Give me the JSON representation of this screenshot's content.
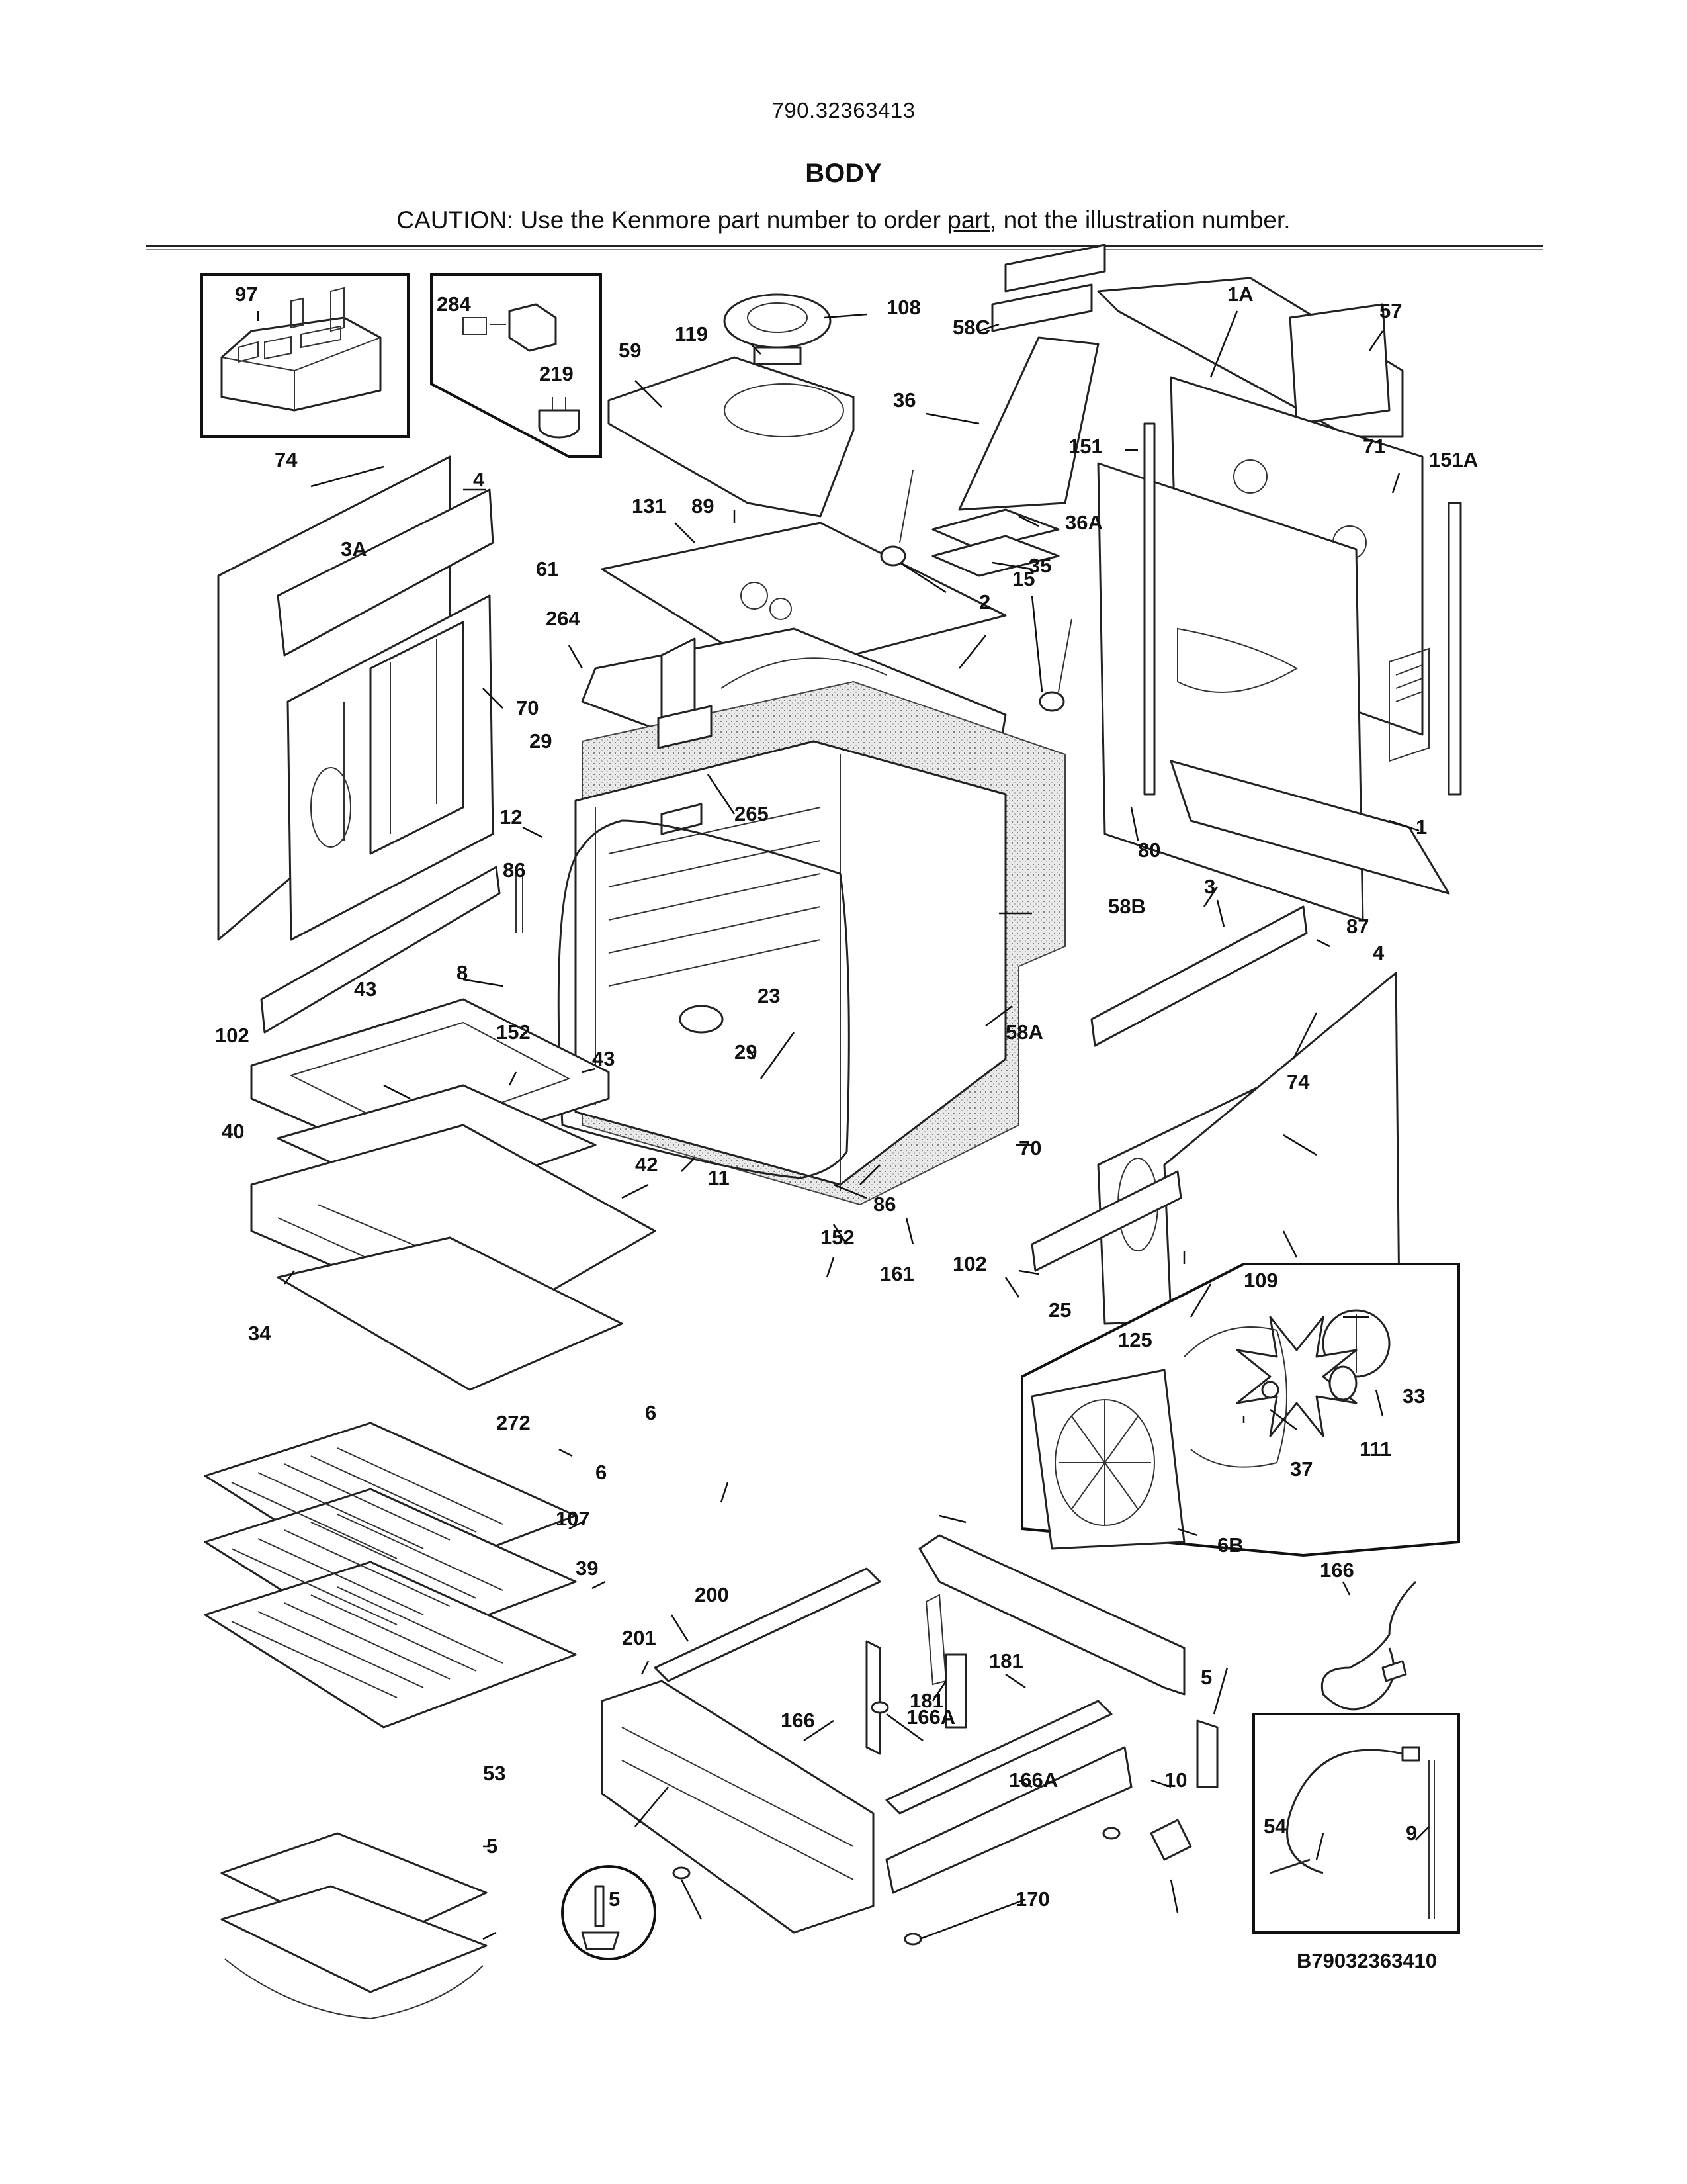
{
  "header": {
    "model_number": "790.32363413",
    "section_title": "BODY",
    "caution_prefix": "CAUTION: Use the Kenmore part number to order ",
    "caution_link": "part",
    "caution_suffix": ", not the illustration number."
  },
  "diagram": {
    "code": "B79032363410",
    "callouts": [
      "97",
      "284",
      "219",
      "108",
      "119",
      "59",
      "58C",
      "1A",
      "57",
      "36",
      "151",
      "71",
      "151A",
      "74",
      "4",
      "89",
      "131",
      "36A",
      "35",
      "3A",
      "61",
      "15",
      "2",
      "264",
      "70",
      "29",
      "265",
      "12",
      "80",
      "1",
      "86",
      "58B",
      "3",
      "87",
      "4",
      "43",
      "8",
      "102",
      "152",
      "23",
      "29",
      "58A",
      "74",
      "40",
      "43",
      "11",
      "70",
      "42",
      "86",
      "152",
      "102",
      "109",
      "25",
      "34",
      "161",
      "125",
      "33",
      "6",
      "272",
      "111",
      "37",
      "6",
      "107",
      "6B",
      "39",
      "166",
      "200",
      "201",
      "181",
      "181",
      "5",
      "166A",
      "166",
      "166A",
      "10",
      "53",
      "54",
      "9",
      "5",
      "5",
      "170"
    ]
  },
  "icons": [
    "inset-box-icon",
    "magnifier-circle-icon"
  ]
}
